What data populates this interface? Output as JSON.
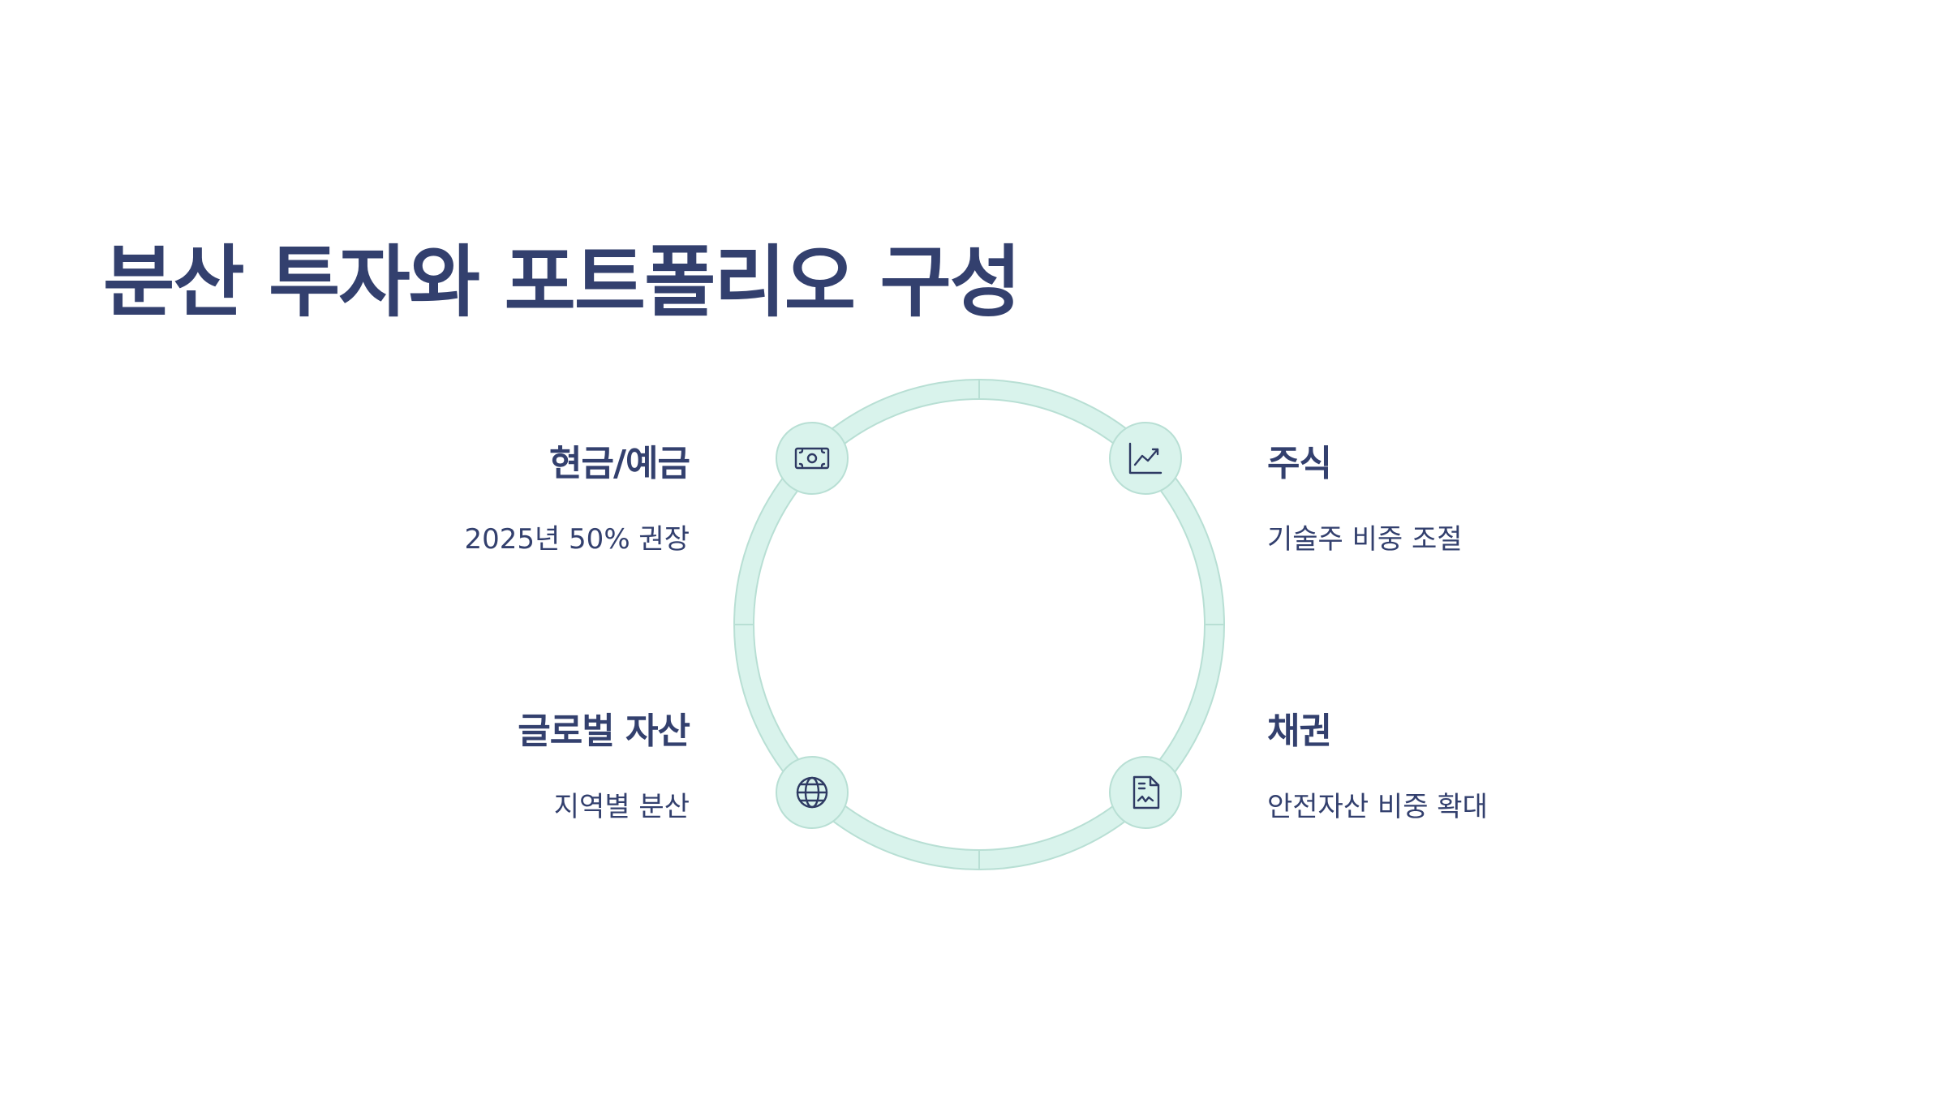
{
  "title": "분산 투자와 포트폴리오 구성",
  "colors": {
    "text": "#33406e",
    "ring_fill": "#d9f3ec",
    "ring_stroke": "#b8dfd4",
    "node_fill": "#d9f3ec",
    "icon": "#2e3a63"
  },
  "items": [
    {
      "position": "top-left",
      "icon": "cash-icon",
      "title": "현금/예금",
      "description": "2025년 50% 권장"
    },
    {
      "position": "top-right",
      "icon": "chart-up-icon",
      "title": "주식",
      "description": "기술주 비중 조절"
    },
    {
      "position": "bottom-left",
      "icon": "globe-icon",
      "title": "글로벌 자산",
      "description": "지역별 분산"
    },
    {
      "position": "bottom-right",
      "icon": "document-chart-icon",
      "title": "채권",
      "description": "안전자산 비중 확대"
    }
  ]
}
